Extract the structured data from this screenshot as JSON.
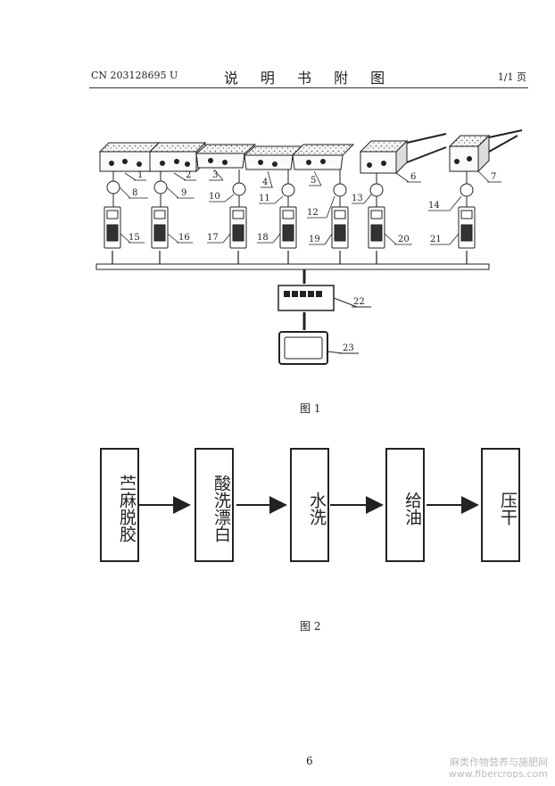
{
  "header": {
    "patent_no": "CN 203128695 U",
    "title": "说 明 书 附 图",
    "page": "1/1 页"
  },
  "figure1": {
    "caption": "图 1",
    "tank_labels": [
      "1",
      "2",
      "3",
      "4",
      "5",
      "6",
      "7"
    ],
    "pump_labels": [
      "8",
      "9",
      "10",
      "11",
      "12",
      "13",
      "14"
    ],
    "controller_labels": [
      "15",
      "16",
      "17",
      "18",
      "19",
      "20",
      "21"
    ],
    "computer_label": "22",
    "monitor_label": "23"
  },
  "figure2": {
    "caption": "图 2",
    "steps": [
      "苎麻脱胶",
      "酸洗漂白",
      "水洗",
      "给油",
      "压干"
    ]
  },
  "footer": {
    "page_number": "6",
    "watermark_line1": "麻类作物营养与施肥网",
    "watermark_line2": "www.fibercrops.com"
  }
}
